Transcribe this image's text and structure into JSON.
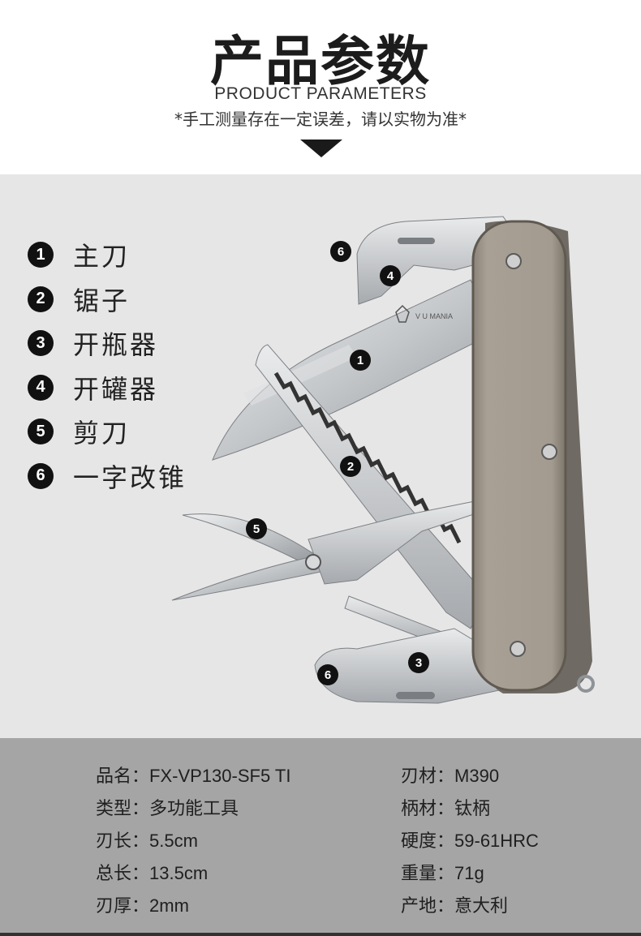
{
  "header": {
    "title_cn": "产品参数",
    "title_en": "PRODUCT PARAMETERS",
    "note": "*手工测量存在一定误差，请以实物为准*"
  },
  "legend": [
    {
      "num": "1",
      "label": "主刀"
    },
    {
      "num": "2",
      "label": "锯子"
    },
    {
      "num": "3",
      "label": "开瓶器"
    },
    {
      "num": "4",
      "label": "开罐器"
    },
    {
      "num": "5",
      "label": "剪刀"
    },
    {
      "num": "6",
      "label": "一字改锥"
    }
  ],
  "callouts": {
    "c6_top": "6",
    "c4": "4",
    "c1": "1",
    "c2": "2",
    "c5": "5",
    "c3": "3",
    "c6_bottom": "6"
  },
  "blade_logo": "V U MANIA",
  "specs": {
    "left": [
      {
        "label": "品名：",
        "value": "FX-VP130-SF5 TI"
      },
      {
        "label": "类型：",
        "value": "多功能工具"
      },
      {
        "label": "刃长：",
        "value": "5.5cm"
      },
      {
        "label": "总长：",
        "value": "13.5cm"
      },
      {
        "label": "刃厚：",
        "value": "2mm"
      }
    ],
    "right": [
      {
        "label": "刃材：",
        "value": "M390"
      },
      {
        "label": "柄材：",
        "value": "钛柄"
      },
      {
        "label": "硬度：",
        "value": "59-61HRC"
      },
      {
        "label": "重量：",
        "value": "71g"
      },
      {
        "label": "产地：",
        "value": "意大利"
      }
    ]
  },
  "colors": {
    "stage_bg": "#e6e6e6",
    "spec_bg": "#a5a5a5",
    "handle": "#a49c90",
    "steel": "#c9cbcd"
  }
}
